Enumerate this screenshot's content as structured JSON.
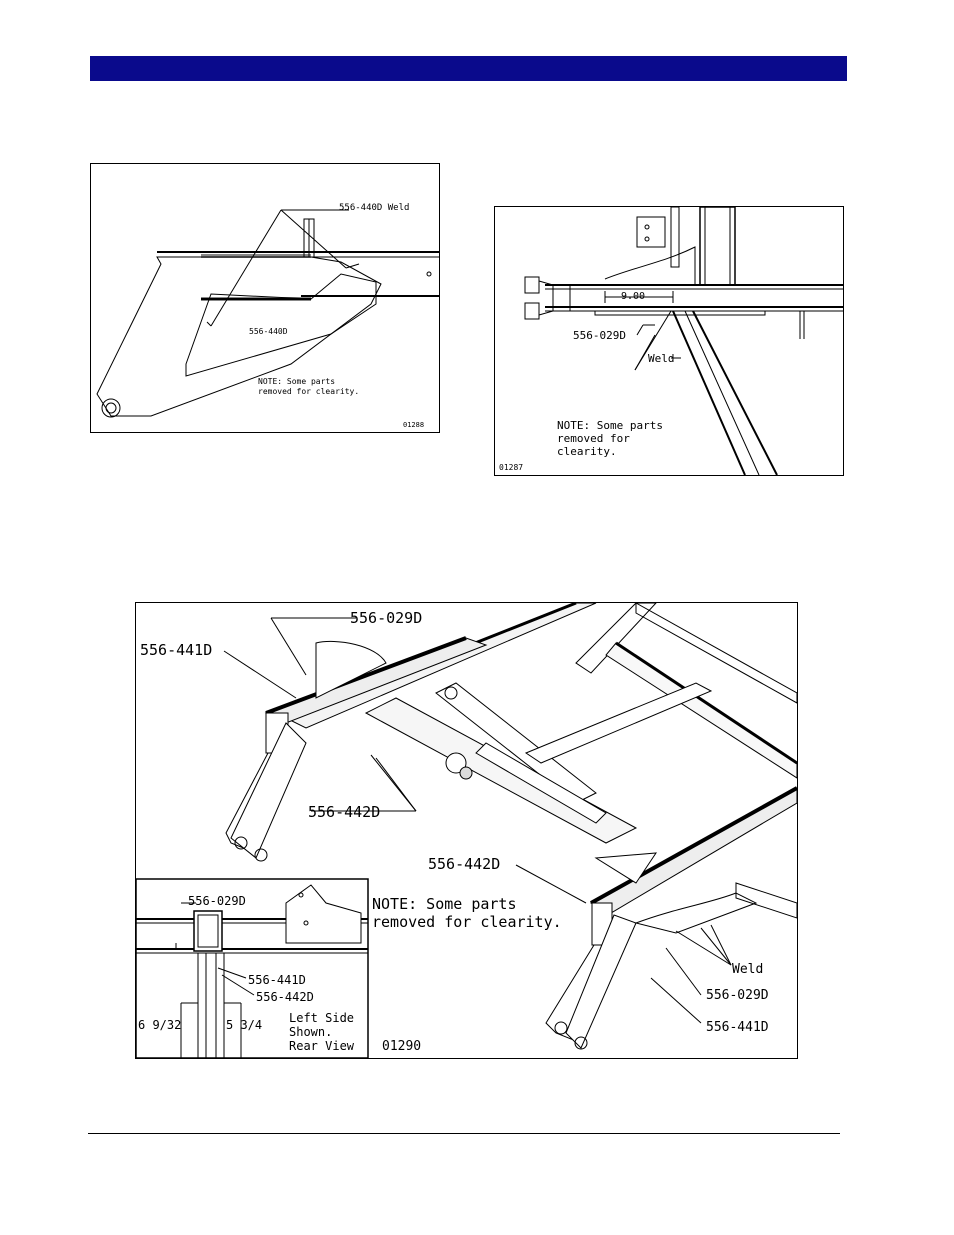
{
  "fig1": {
    "callout_weld": "556-440D Weld",
    "part_label": "556-440D",
    "note_line1": "NOTE: Some parts",
    "note_line2": "removed for clearity.",
    "fig_number": "01288"
  },
  "fig2": {
    "dimension": "9.00",
    "part_label": "556-029D",
    "weld_label": "Weld",
    "note_line1": "NOTE: Some parts",
    "note_line2": "removed for",
    "note_line3": "clearity.",
    "fig_number": "01287"
  },
  "fig3": {
    "label_029_top": "556-029D",
    "label_441_left": "556-441D",
    "label_442_mid": "556-442D",
    "label_442_right": "556-442D",
    "note_line1": "NOTE: Some parts",
    "note_line2": "removed for clearity.",
    "weld_label": "Weld",
    "label_029_right": "556-029D",
    "label_441_right": "556-441D",
    "fig_number": "01290",
    "inset": {
      "label_029": "556-029D",
      "label_441": "556-441D",
      "label_442": "556-442D",
      "dim_left": "6 9/32",
      "dim_right": "5 3/4",
      "caption_line1": "Left Side",
      "caption_line2": "Shown.",
      "caption_line3": "Rear View"
    }
  }
}
